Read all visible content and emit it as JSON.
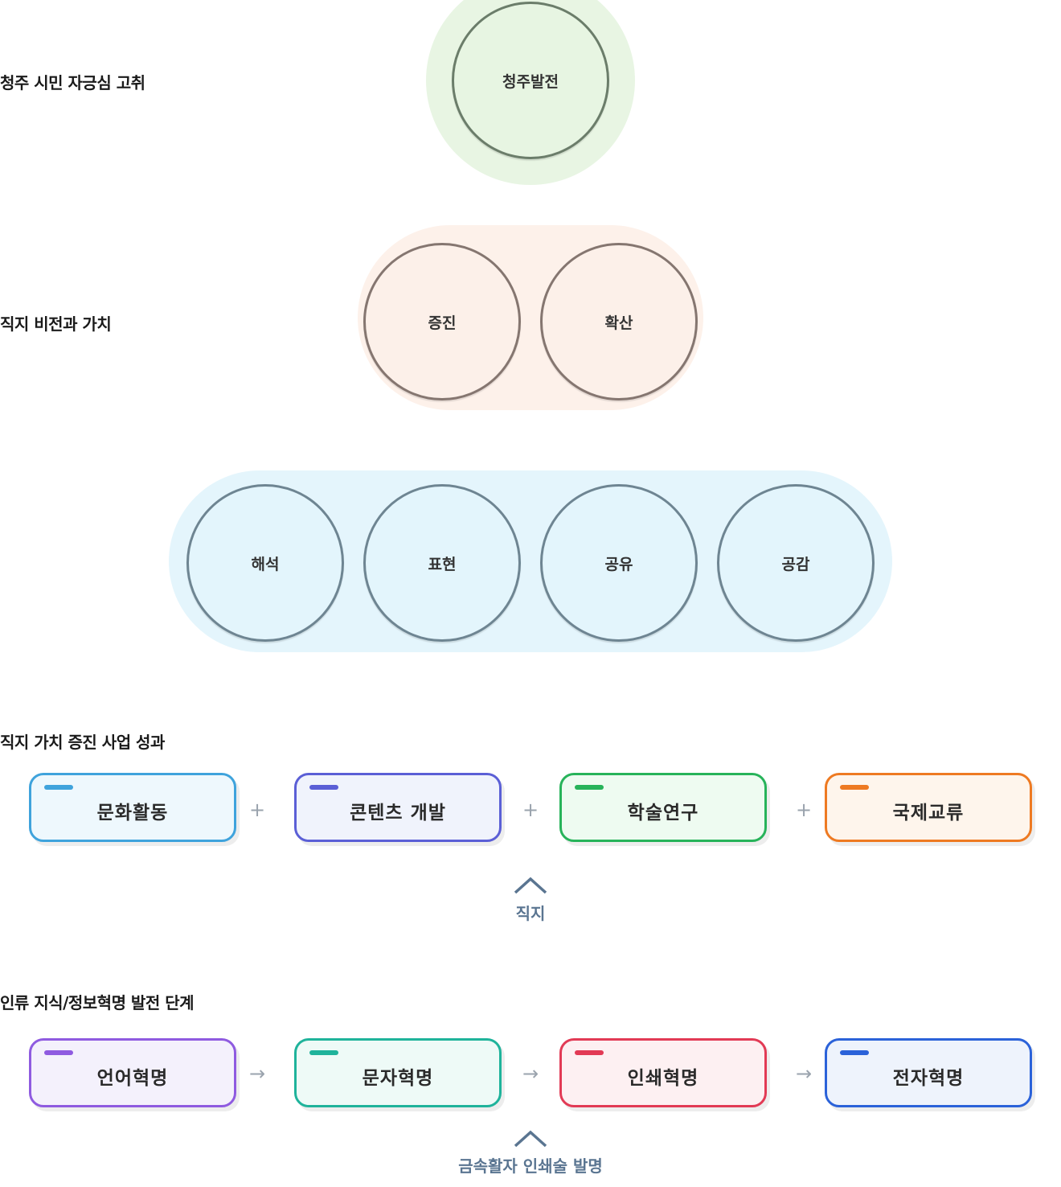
{
  "vision": {
    "rows": [
      {
        "label": "청주 시민 자긍심 고취",
        "circles": [
          "청주발전"
        ]
      },
      {
        "label": "직지 비전과 가치",
        "circles": [
          "증진",
          "확산"
        ]
      },
      {
        "label": "",
        "circles": [
          "해석",
          "표현",
          "공유",
          "공감"
        ]
      }
    ]
  },
  "achievements": {
    "title": "직지 가치 증진 사업 성과",
    "separator": "+",
    "cards": [
      {
        "label": "문화활동",
        "color": "#3fa3dc",
        "bg": "#eef8fd"
      },
      {
        "label": "콘텐츠 개발",
        "color": "#5b5fd6",
        "bg": "#f0f3fc"
      },
      {
        "label": "학술연구",
        "color": "#27b35a",
        "bg": "#eefbf1"
      },
      {
        "label": "국제교류",
        "color": "#ee7a22",
        "bg": "#fef5ec"
      }
    ],
    "caret_label": "직지",
    "caret_icon": "chevron-up-icon"
  },
  "revolutions": {
    "title": "인류 지식/정보혁명 발전 단계",
    "separator": "→",
    "cards": [
      {
        "label": "언어혁명",
        "color": "#8f5be0",
        "bg": "#f4f1fc"
      },
      {
        "label": "문자혁명",
        "color": "#1fb39b",
        "bg": "#eefaf7"
      },
      {
        "label": "인쇄혁명",
        "color": "#e23a55",
        "bg": "#fdf0f2"
      },
      {
        "label": "전자혁명",
        "color": "#2b62d9",
        "bg": "#eef3fc"
      }
    ],
    "caret_label": "금속활자 인쇄술 발명",
    "caret_icon": "chevron-up-icon"
  }
}
